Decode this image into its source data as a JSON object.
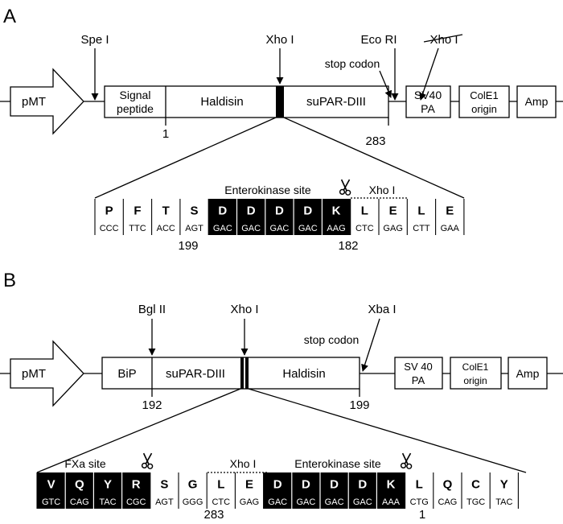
{
  "panel_a": {
    "label": "A",
    "boxes": {
      "promoter": "pMT",
      "signal_1": "Signal",
      "signal_2": "peptide",
      "haldisin": "Haldisin",
      "suPAR": "suPAR-DIII",
      "sv40_1": "SV40",
      "sv40_2": "PA",
      "cole1_1": "ColE1",
      "cole1_2": "origin",
      "amp": "Amp"
    },
    "sites": {
      "spe": "Spe I",
      "xho": "Xho I",
      "eco": "Eco RI",
      "xho_struck": "Xho I",
      "stop": "stop codon"
    },
    "positions": {
      "p1": "1",
      "p283": "283",
      "p199": "199",
      "p182": "182"
    },
    "zoom": {
      "enterokinase": "Enterokinase site",
      "xho": "Xho I"
    },
    "codons": [
      {
        "aa": "P",
        "nt": "CCC",
        "dark": false
      },
      {
        "aa": "F",
        "nt": "TTC",
        "dark": false
      },
      {
        "aa": "T",
        "nt": "ACC",
        "dark": false
      },
      {
        "aa": "S",
        "nt": "AGT",
        "dark": false
      },
      {
        "aa": "D",
        "nt": "GAC",
        "dark": true
      },
      {
        "aa": "D",
        "nt": "GAC",
        "dark": true
      },
      {
        "aa": "D",
        "nt": "GAC",
        "dark": true
      },
      {
        "aa": "D",
        "nt": "GAC",
        "dark": true
      },
      {
        "aa": "K",
        "nt": "AAG",
        "dark": true
      },
      {
        "aa": "L",
        "nt": "CTC",
        "dark": false
      },
      {
        "aa": "E",
        "nt": "GAG",
        "dark": false
      },
      {
        "aa": "L",
        "nt": "CTT",
        "dark": false
      },
      {
        "aa": "E",
        "nt": "GAA",
        "dark": false
      }
    ]
  },
  "panel_b": {
    "label": "B",
    "boxes": {
      "promoter": "pMT",
      "bip": "BiP",
      "suPAR": "suPAR-DIII",
      "haldisin": "Haldisin",
      "sv40_1": "SV 40",
      "sv40_2": "PA",
      "cole1_1": "ColE1",
      "cole1_2": "origin",
      "amp": "Amp"
    },
    "sites": {
      "bgl": "Bgl II",
      "xho": "Xho I",
      "xba": "Xba I",
      "stop": "stop codon"
    },
    "positions": {
      "p192": "192",
      "p199": "199",
      "p283": "283",
      "p1": "1"
    },
    "zoom": {
      "fxa": "FXa site",
      "xho": "Xho I",
      "enterokinase": "Enterokinase site"
    },
    "codons": [
      {
        "aa": "V",
        "nt": "GTC",
        "dark": true
      },
      {
        "aa": "Q",
        "nt": "CAG",
        "dark": true
      },
      {
        "aa": "Y",
        "nt": "TAC",
        "dark": true
      },
      {
        "aa": "R",
        "nt": "CGC",
        "dark": true
      },
      {
        "aa": "S",
        "nt": "AGT",
        "dark": false
      },
      {
        "aa": "G",
        "nt": "GGG",
        "dark": false
      },
      {
        "aa": "L",
        "nt": "CTC",
        "dark": false
      },
      {
        "aa": "E",
        "nt": "GAG",
        "dark": false
      },
      {
        "aa": "D",
        "nt": "GAC",
        "dark": true
      },
      {
        "aa": "D",
        "nt": "GAC",
        "dark": true
      },
      {
        "aa": "D",
        "nt": "GAC",
        "dark": true
      },
      {
        "aa": "D",
        "nt": "GAC",
        "dark": true
      },
      {
        "aa": "K",
        "nt": "AAA",
        "dark": true
      },
      {
        "aa": "L",
        "nt": "CTG",
        "dark": false
      },
      {
        "aa": "Q",
        "nt": "CAG",
        "dark": false
      },
      {
        "aa": "C",
        "nt": "TGC",
        "dark": false
      },
      {
        "aa": "Y",
        "nt": "TAC",
        "dark": false
      }
    ]
  }
}
